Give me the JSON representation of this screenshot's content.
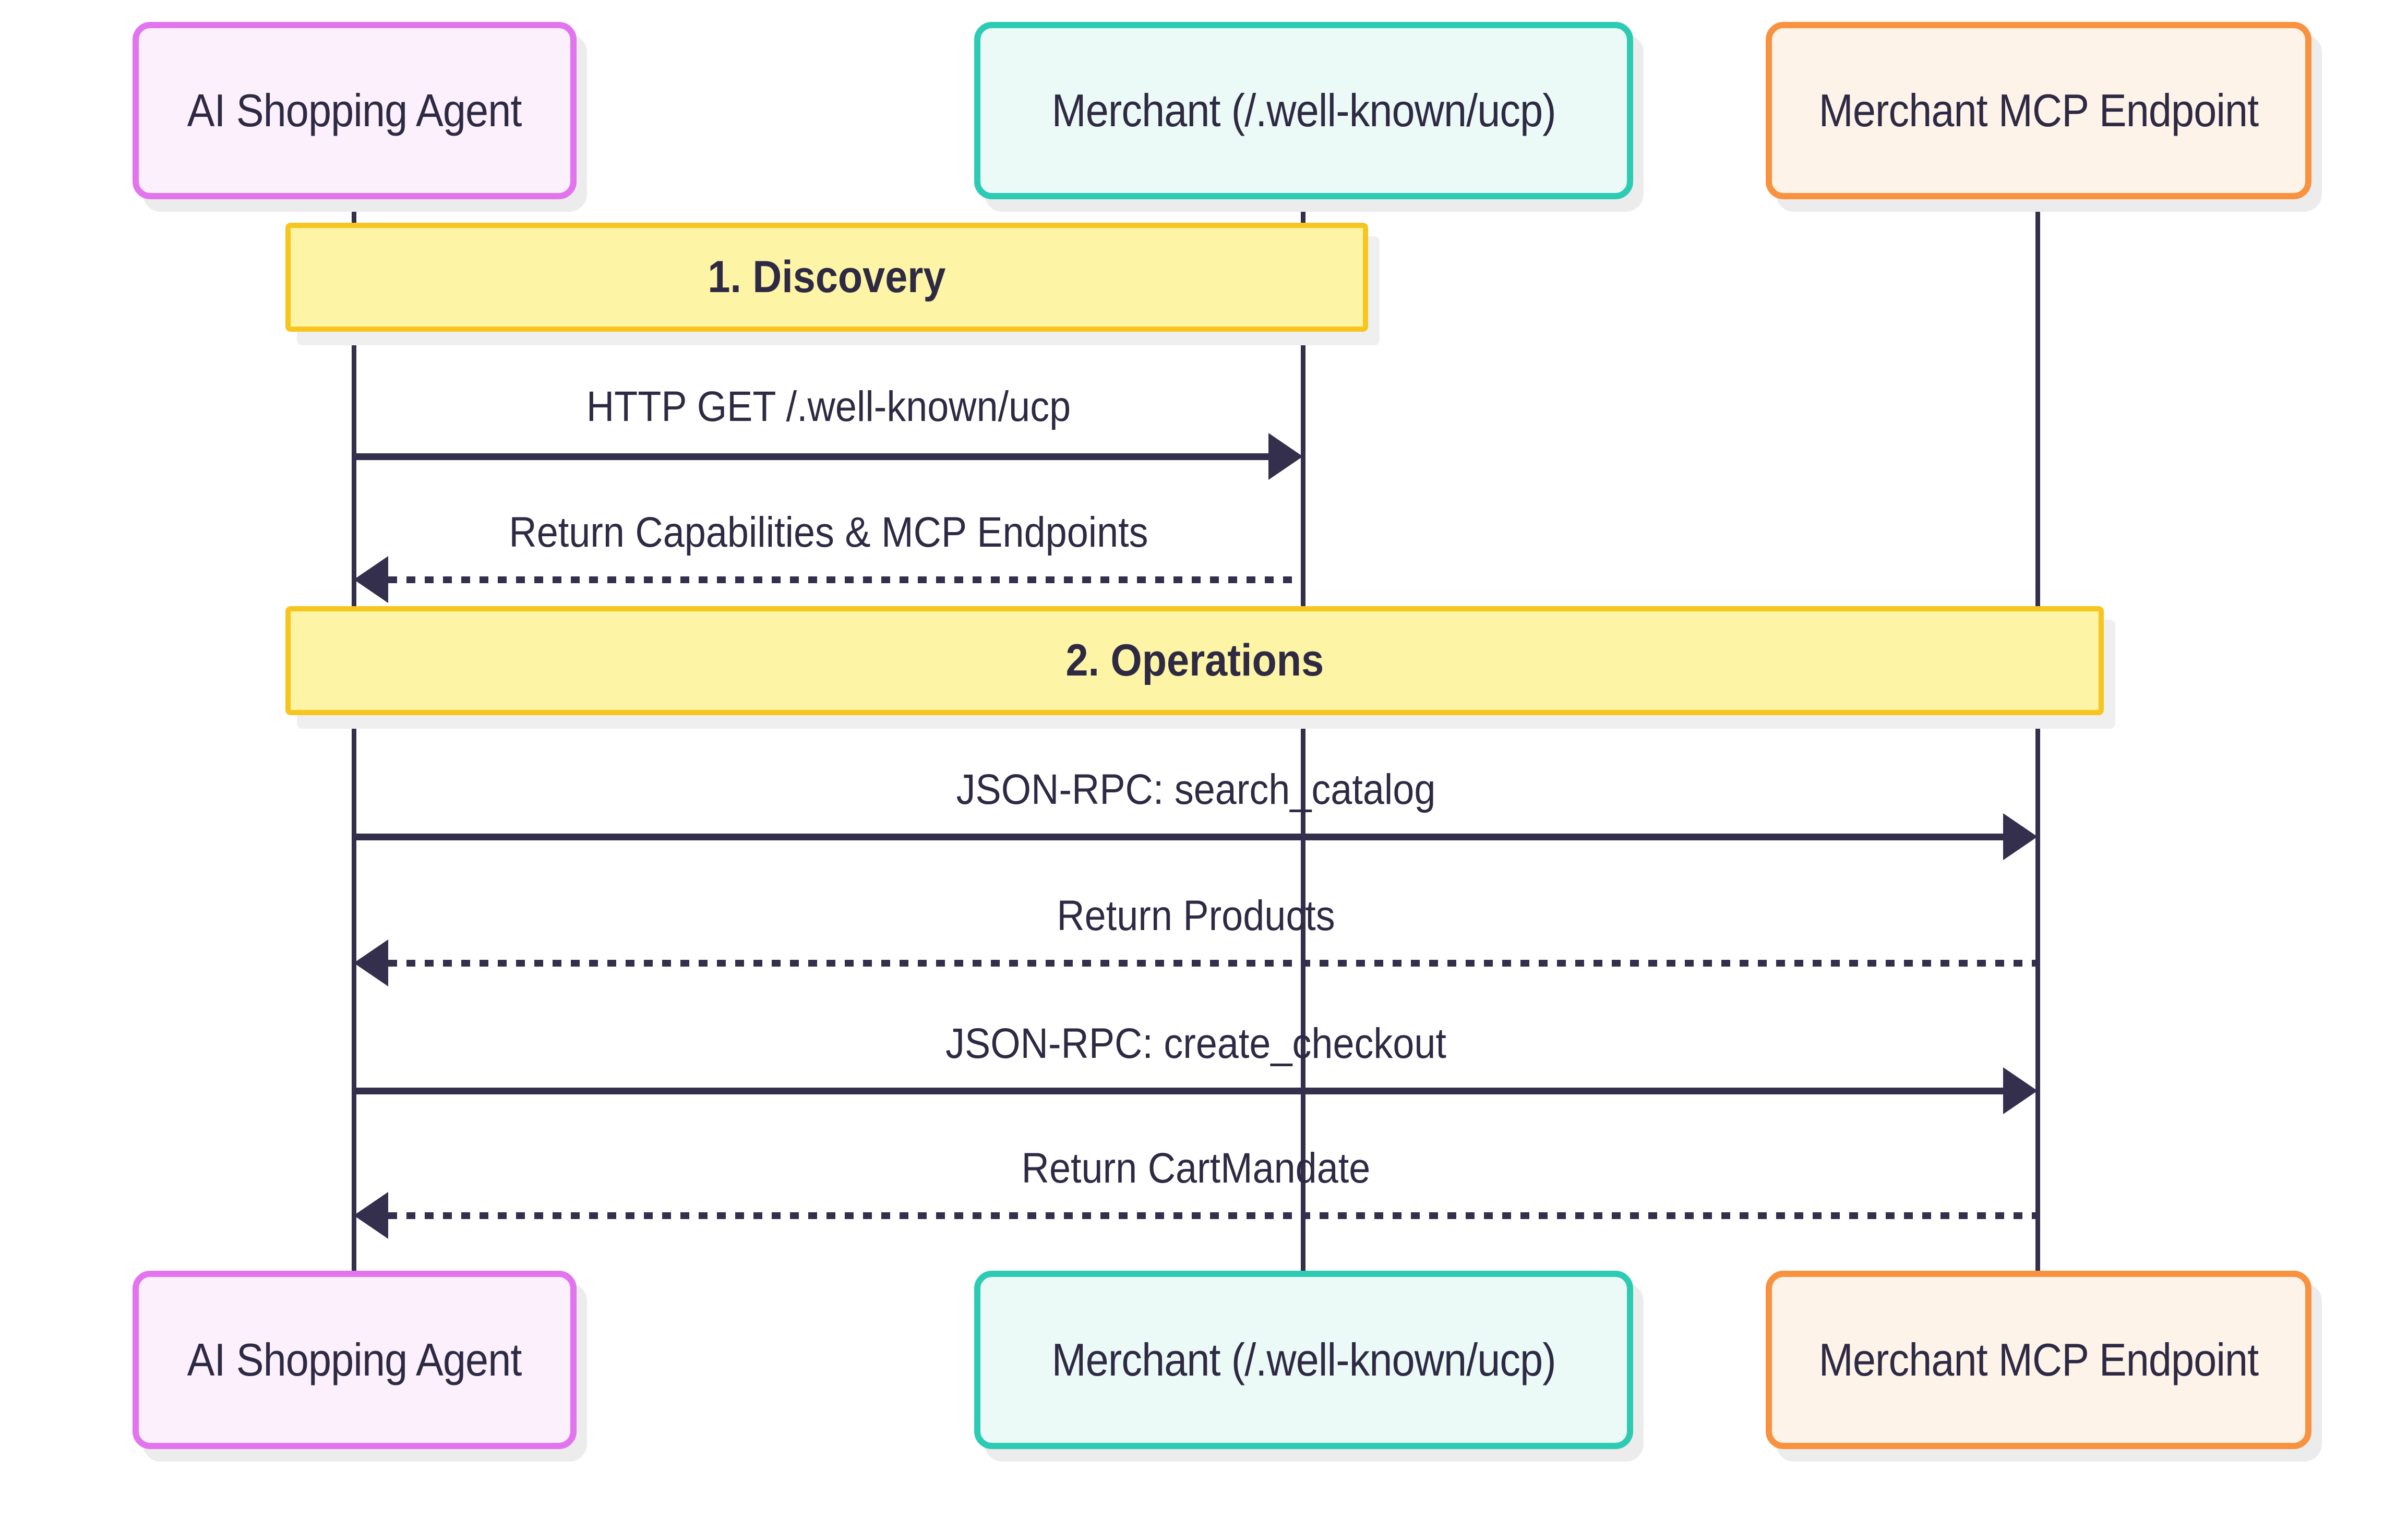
{
  "diagram": {
    "type": "sequence",
    "background_color": "#ffffff",
    "text_color": "#2e2a44",
    "line_color": "#332f4d",
    "shadow_color": "#ececec",
    "actors": [
      {
        "id": "agent",
        "label": "AI Shopping Agent",
        "border_color": "#e274ee",
        "fill_color": "#fbf0fc"
      },
      {
        "id": "merchant",
        "label": "Merchant (/.well-known/ucp)",
        "border_color": "#2dcbb4",
        "fill_color": "#ecfaf7"
      },
      {
        "id": "mcp",
        "label": "Merchant MCP Endpoint",
        "border_color": "#f9923f",
        "fill_color": "#fdf3e9"
      }
    ],
    "sections": [
      {
        "label": "1. Discovery",
        "border_color": "#f6c51e",
        "fill_color": "#fdf4a6"
      },
      {
        "label": "2. Operations",
        "border_color": "#f6c51e",
        "fill_color": "#fdf4a6"
      }
    ],
    "messages": [
      {
        "label": "HTTP GET /.well-known/ucp",
        "style": "solid",
        "from": "agent",
        "to": "merchant"
      },
      {
        "label": "Return Capabilities & MCP Endpoints",
        "style": "dotted",
        "from": "merchant",
        "to": "agent"
      },
      {
        "label": "JSON-RPC: search_catalog",
        "style": "solid",
        "from": "agent",
        "to": "mcp"
      },
      {
        "label": "Return Products",
        "style": "dotted",
        "from": "mcp",
        "to": "agent"
      },
      {
        "label": "JSON-RPC: create_checkout",
        "style": "solid",
        "from": "agent",
        "to": "mcp"
      },
      {
        "label": "Return CartMandate",
        "style": "dotted",
        "from": "mcp",
        "to": "agent"
      }
    ]
  }
}
